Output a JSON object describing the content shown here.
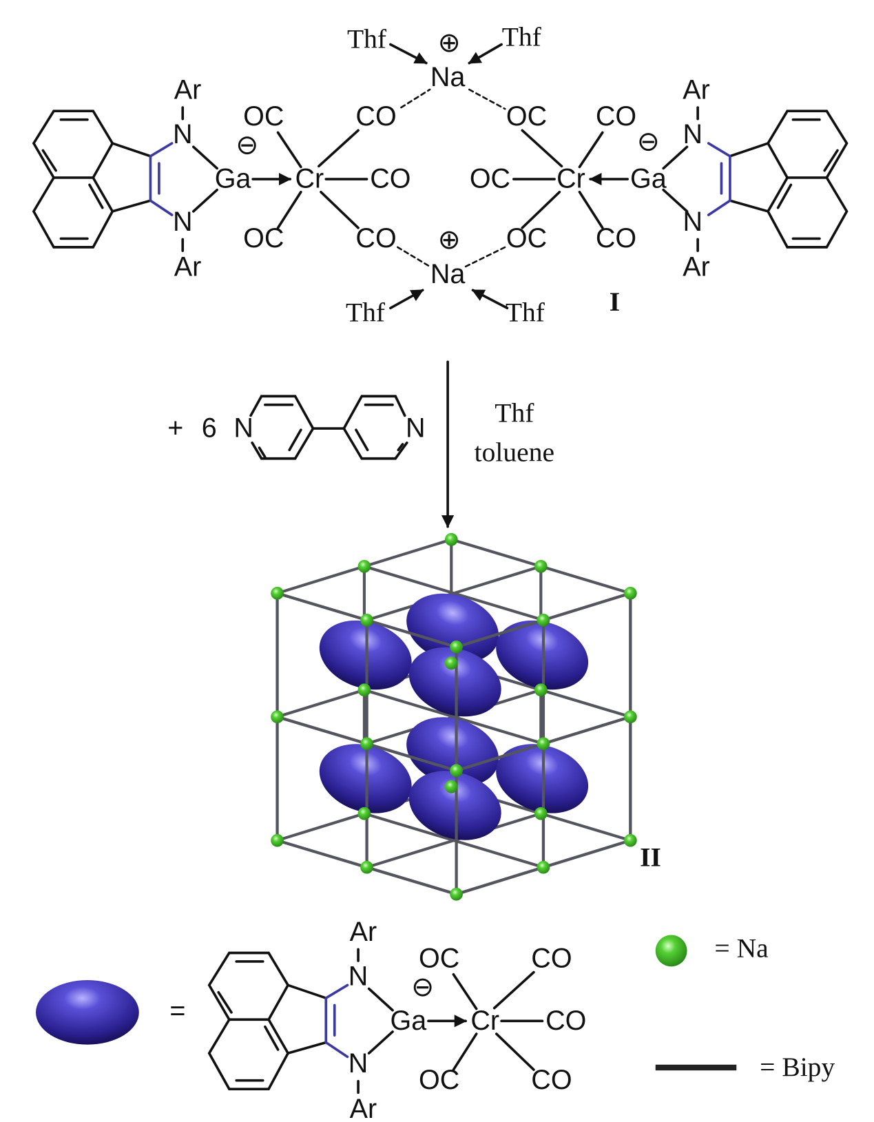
{
  "complex_I": {
    "label": "I",
    "ar": "Ar",
    "n": "N",
    "ga": "Ga",
    "cr": "Cr",
    "oc": "OC",
    "co": "CO",
    "anion": "⊖",
    "cation": "⊕",
    "na": "Na",
    "thf": "Thf"
  },
  "reaction": {
    "reagent_prefix": "+",
    "equiv": "6",
    "n": "N",
    "solvent_1": "Thf",
    "solvent_2": "toluene"
  },
  "framework_II": {
    "label": "II"
  },
  "legend": {
    "equals": "=",
    "na_label": "= Na",
    "bipy_label": "= Bipy",
    "na_color": "#44c22a",
    "ellipsoid_color": "#3a2fb0"
  }
}
